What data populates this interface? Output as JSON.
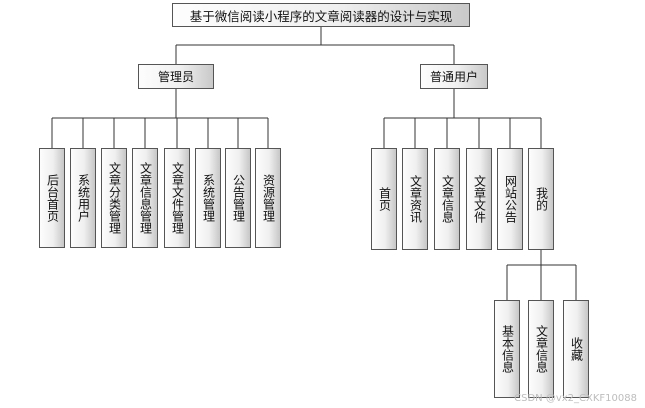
{
  "root": {
    "label": "基于微信阅读小程序的文章阅读器的设计与实现"
  },
  "admin": {
    "label": "管理员",
    "items": [
      "后台首页",
      "系统用户",
      "文章分类管理",
      "文章信息管理",
      "文章文件管理",
      "系统管理",
      "公告管理",
      "资源管理"
    ]
  },
  "user": {
    "label": "普通用户",
    "items": [
      "首页",
      "文章资讯",
      "文章信息",
      "文章文件",
      "网站公告",
      "我的"
    ]
  },
  "mine": {
    "items": [
      "基本信息",
      "文章信息",
      "收藏"
    ]
  },
  "watermark": "CSDN @vx2_CXKF10088"
}
